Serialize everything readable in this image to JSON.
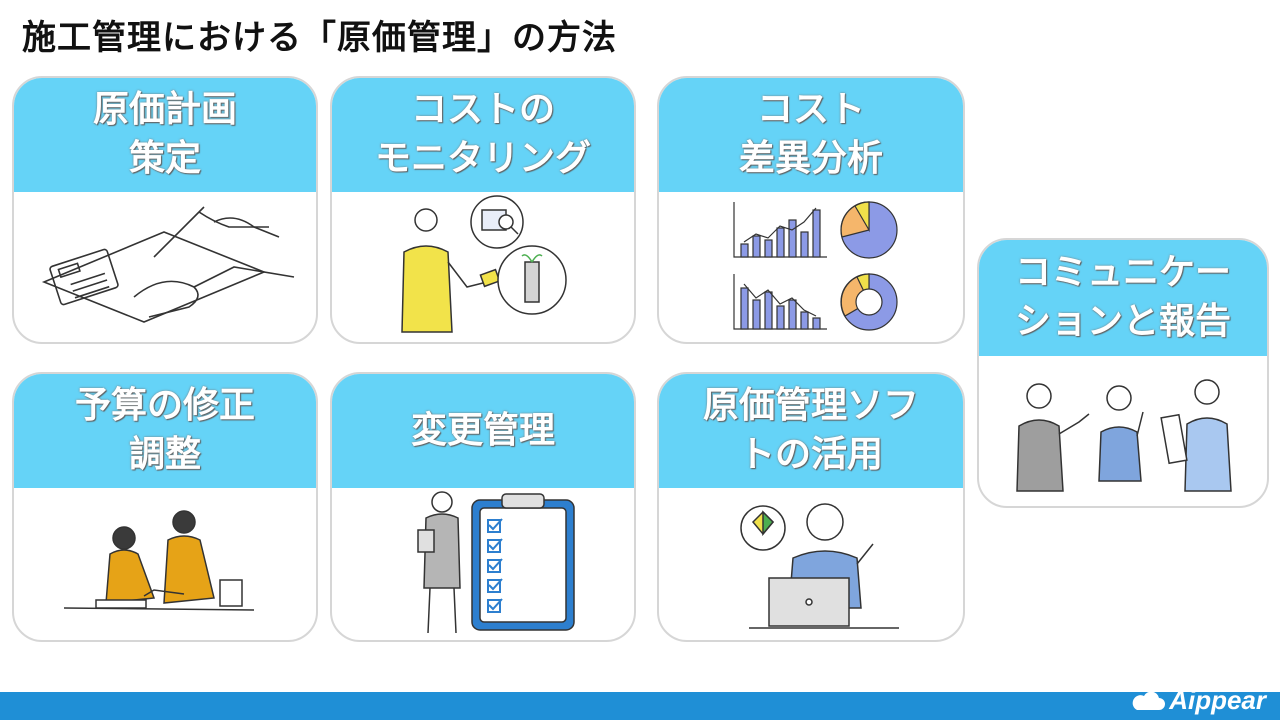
{
  "title": "施工管理における「原価管理」の方法",
  "cards": [
    {
      "line1": "原価計画",
      "line2": "策定"
    },
    {
      "line1": "コストの",
      "line2": "モニタリング"
    },
    {
      "line1": "コスト",
      "line2": "差異分析"
    },
    {
      "line1": "コミュニケー",
      "line2": "ションと報告"
    },
    {
      "line1": "予算の修正",
      "line2": "調整"
    },
    {
      "line1": "変更管理",
      "line2": ""
    },
    {
      "line1": "原価管理ソフ",
      "line2": "トの活用"
    }
  ],
  "logo": {
    "text": "Aippear"
  },
  "colors": {
    "accent": "#65d3f7",
    "footer": "#1f8fd6",
    "chart_blue": "#8c9ae6",
    "chart_orange": "#f5b66b",
    "chart_yellow": "#f0e04a"
  }
}
